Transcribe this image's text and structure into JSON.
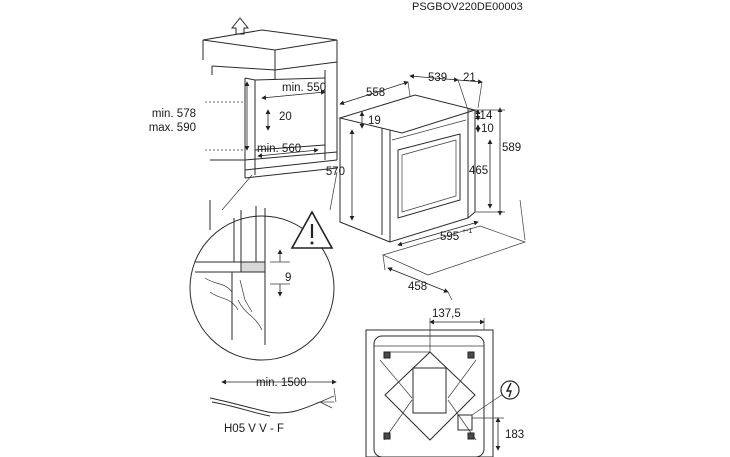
{
  "code": "PSGBOV220DE00003",
  "niche": {
    "min_550": "min. 550",
    "height_min": "min. 578",
    "height_max": "max. 590",
    "gap_20": "20",
    "min_560": "min. 560"
  },
  "detail": {
    "gap_9": "9"
  },
  "oven": {
    "depth_558": "558",
    "depth_539": "539",
    "front_21": "21",
    "d_19": "19",
    "d_114": "114",
    "d_10": "10",
    "h_570": "570",
    "h_589": "589",
    "h_465": "465",
    "w_595": "595",
    "w_595_tol": "+-1",
    "w_458": "458"
  },
  "cable": {
    "length": "min. 1500",
    "type": "H05 V V - F"
  },
  "back": {
    "w_137": "137,5",
    "h_183": "183"
  },
  "icons": [
    "up-arrow-icon",
    "warning-icon",
    "electric-plug-icon"
  ]
}
